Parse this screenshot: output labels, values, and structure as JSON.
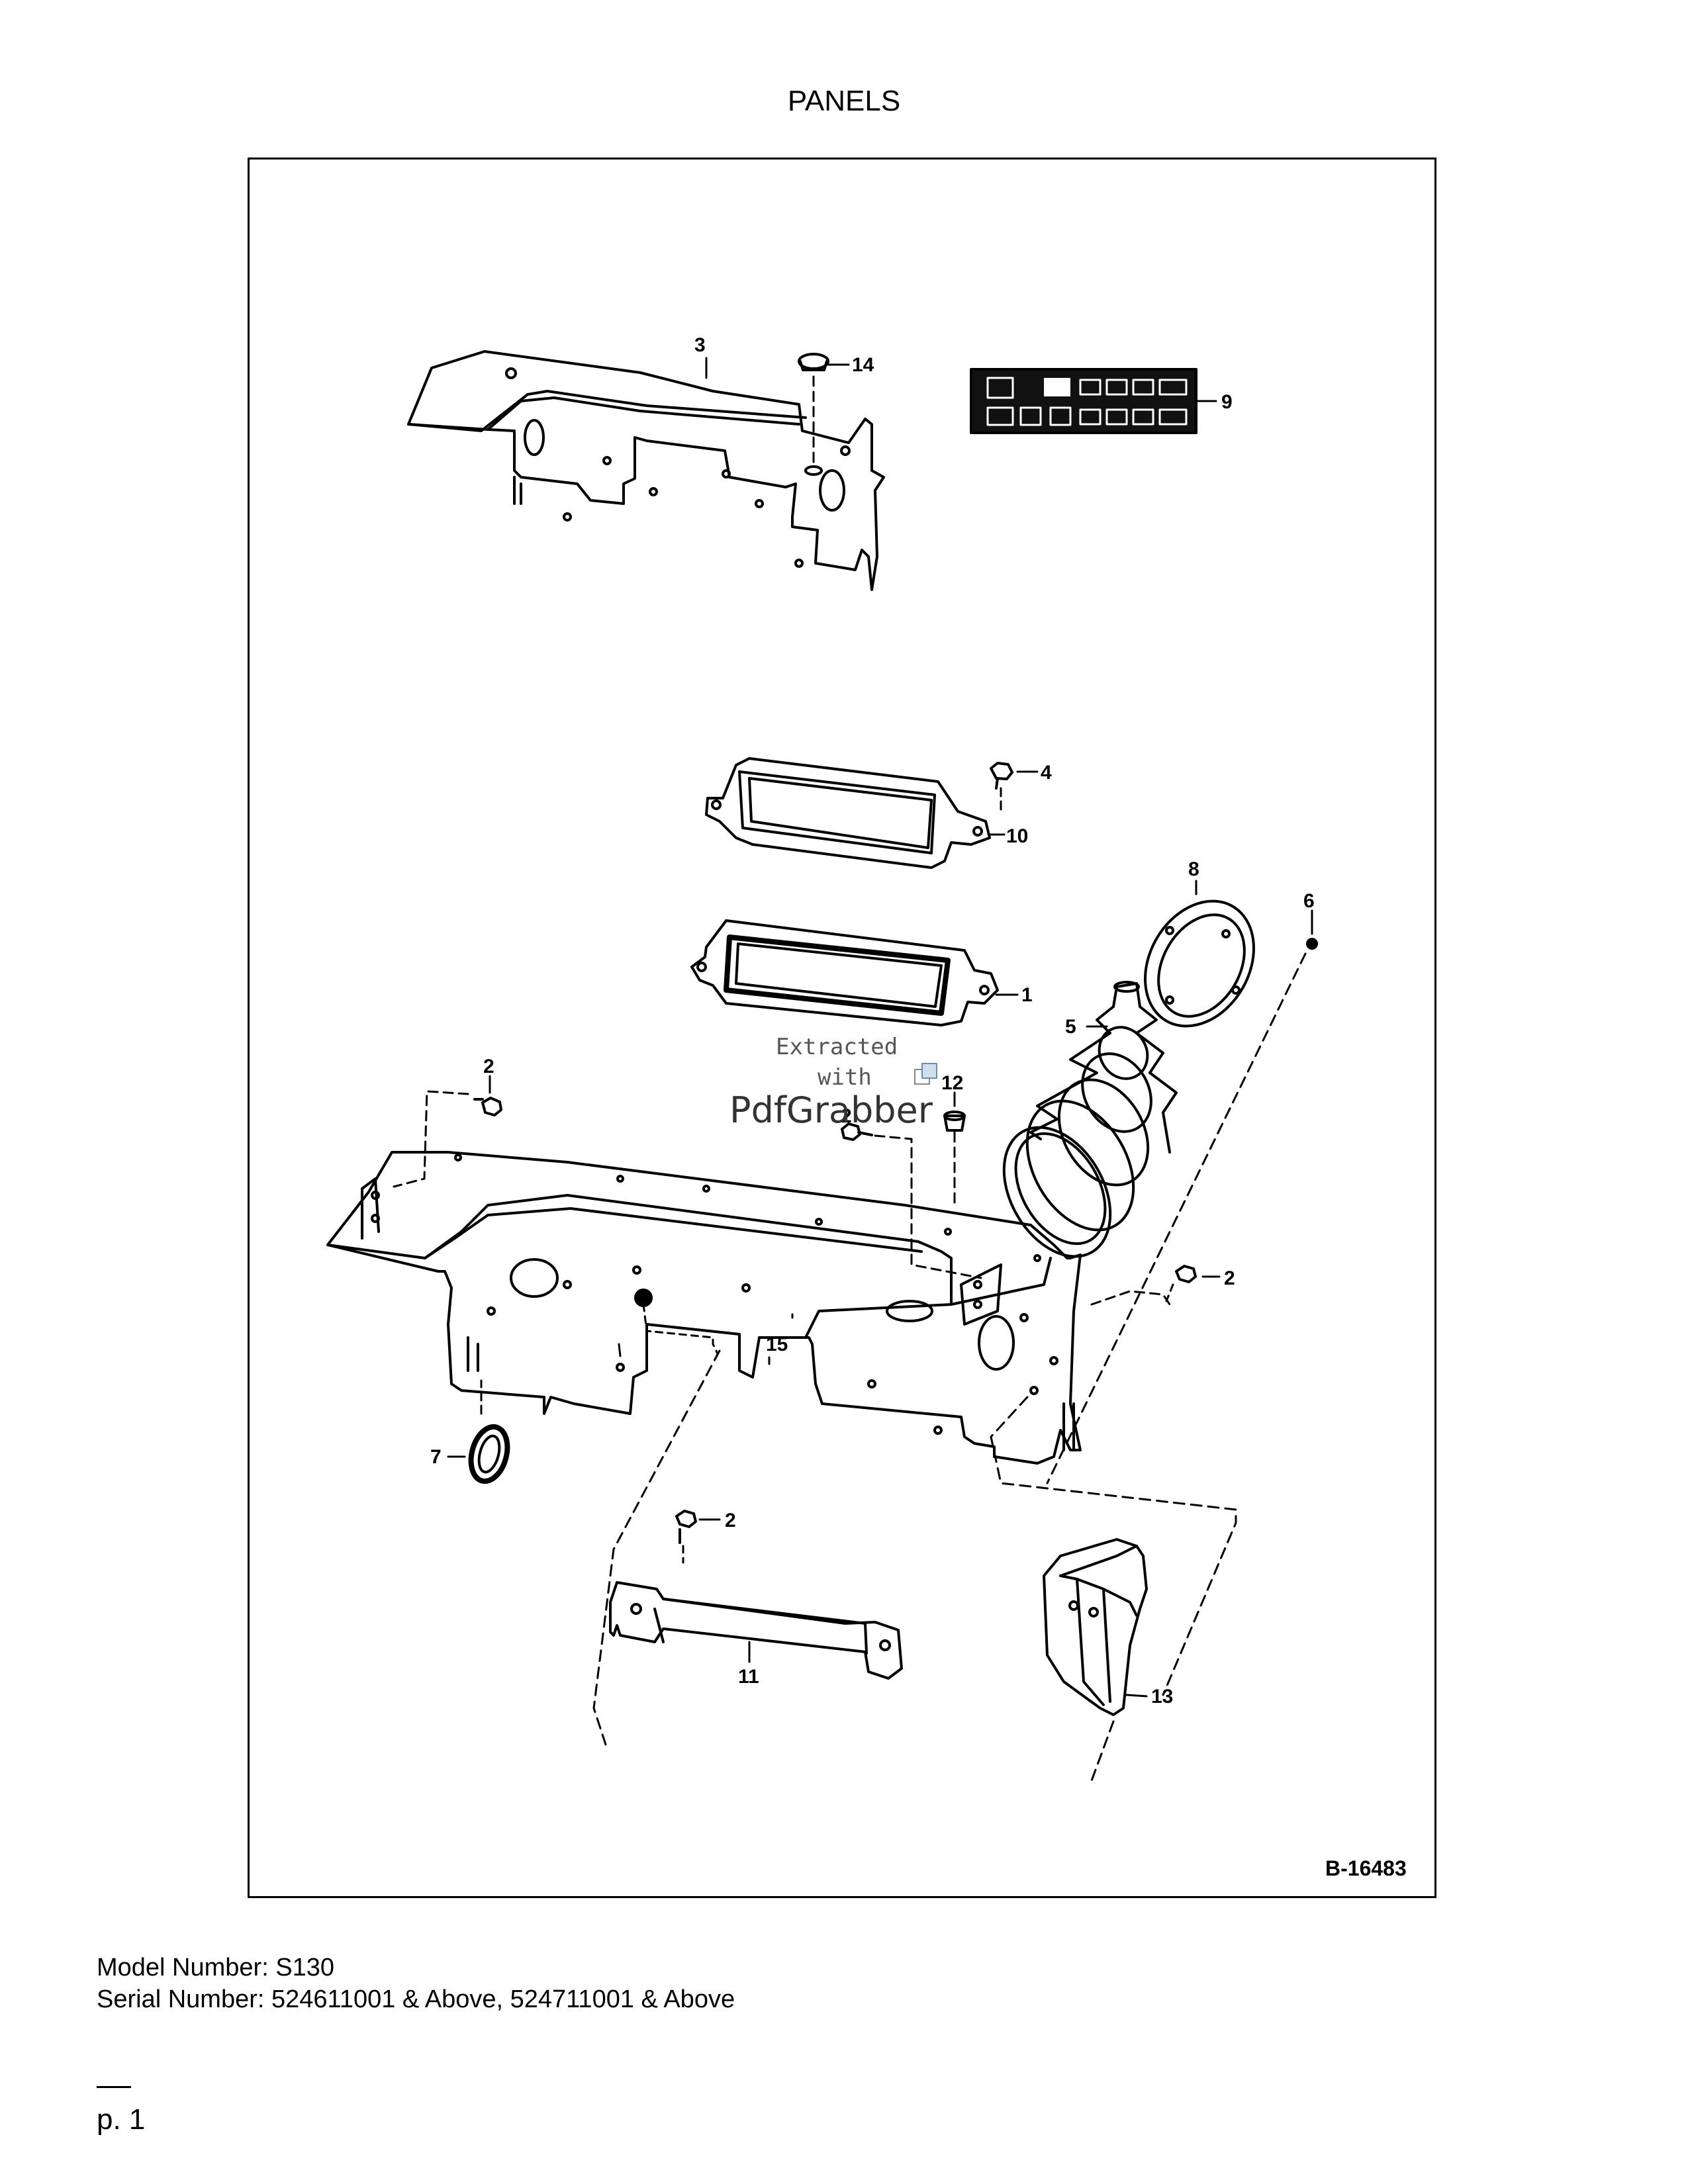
{
  "page": {
    "title": "PANELS"
  },
  "diagram": {
    "figure_id": "B-16483",
    "callouts": {
      "c1": "1",
      "c2a": "2",
      "c2b": "2",
      "c2c": "2",
      "c2d": "2",
      "c3": "3",
      "c4": "4",
      "c5": "5",
      "c6": "6",
      "c7": "7",
      "c8": "8",
      "c9": "9",
      "c10": "10",
      "c11": "11",
      "c12": "12",
      "c13": "13",
      "c14": "14",
      "c15": "15"
    },
    "watermark": {
      "line1": "Extracted",
      "line2": "with",
      "brand": "PdfGrabber"
    }
  },
  "footer": {
    "model": "Model Number: S130",
    "serial": "Serial Number: 524611001 & Above, 524711001 & Above",
    "page_number": "p. 1"
  }
}
